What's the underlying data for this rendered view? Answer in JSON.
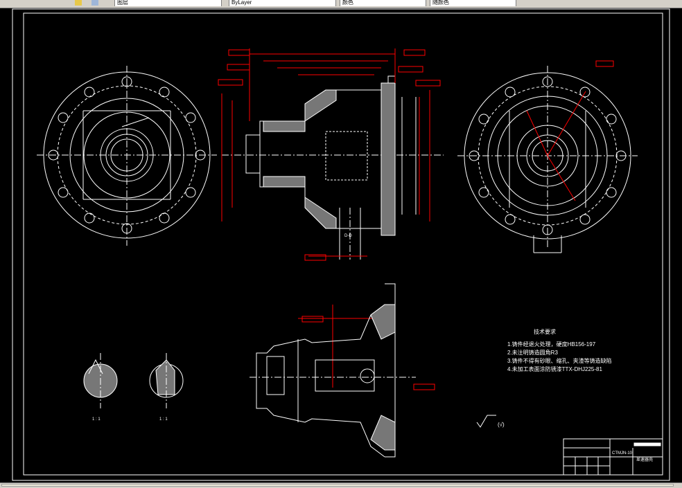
{
  "toolbar": {
    "field1": "图层",
    "field2": "ByLayer",
    "field3": "颜色",
    "field4": "随颜色"
  },
  "drawing": {
    "section_label_top": "D-D",
    "view_label_left": "1 : 1",
    "view_label_right": "1 : 1",
    "tech_title": "技术要求",
    "tech_notes": [
      "1.铸件经退火处理，硬度HB156-197",
      "2.未注明铸造圆角R3",
      "3.铸件不得有砂眼、缩孔、夹渣等铸造缺陷",
      "4.未加工表面涂防锈漆TTX-DHJ225-81"
    ],
    "roughness_symbol_label": "(√)",
    "titleblock": {
      "drawing_no": "CTMJN-10",
      "part_name": "差速器壳"
    }
  }
}
